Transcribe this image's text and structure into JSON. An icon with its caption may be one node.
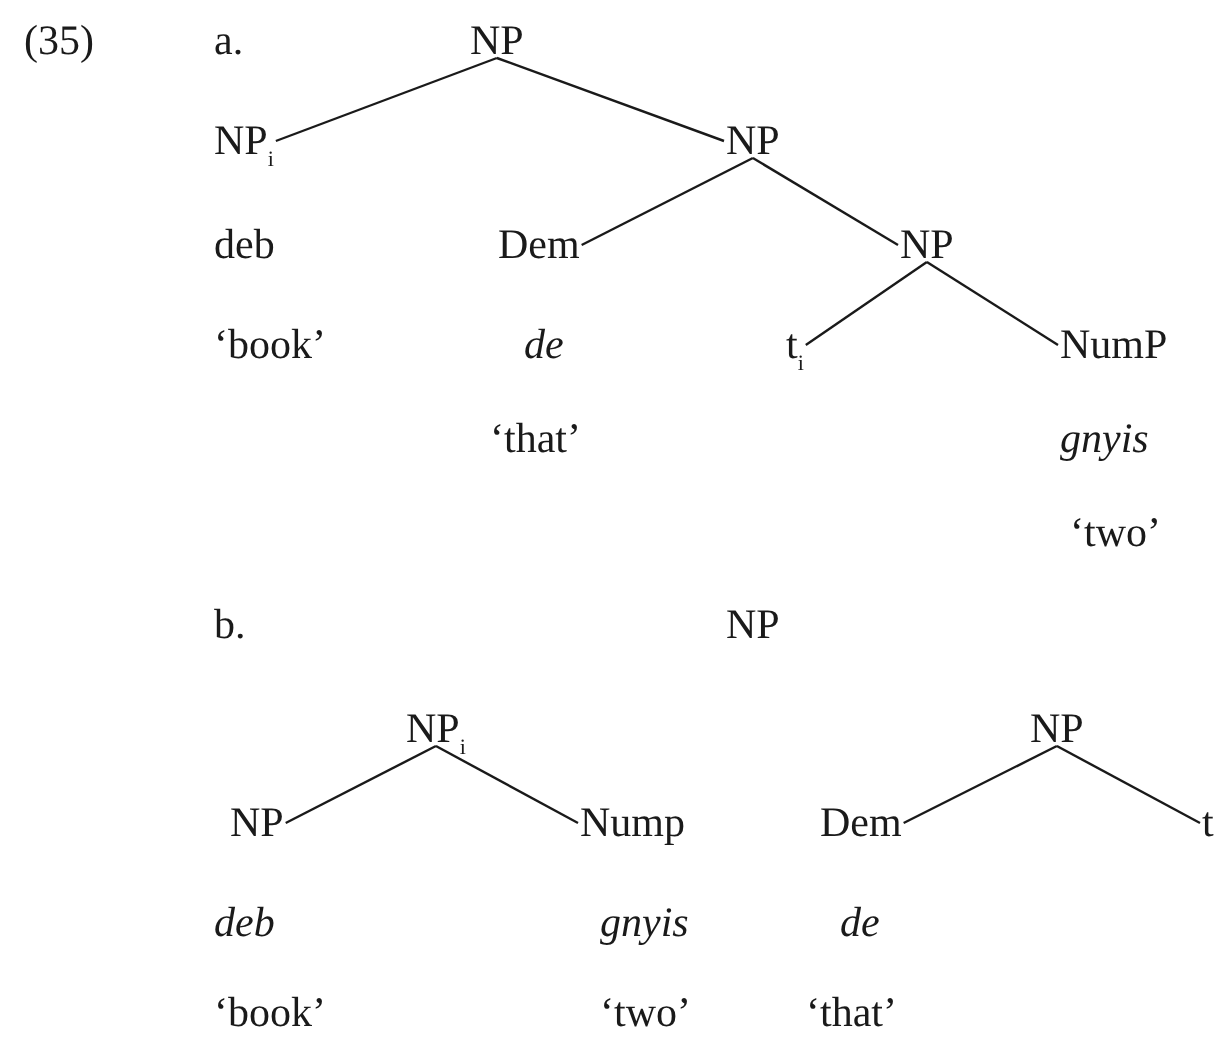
{
  "diagram": {
    "nodes": [
      {
        "text": [
          "NP"
        ]
      },
      {
        "text": [
          "NP$_{i}$"
        ],
        "beside": [
          "deb",
          "‘book’"
        ]
      },
      {
        "text": [
          "NP"
        ]
      },
      {
        "text": [
          "Dem"
        ],
        "beside": [
          "*de*",
          "‘that’"
        ]
      },
      {
        "text": [
          "NP"
        ]
      },
      {
        "text": [
          "t$_{i}$"
        ]
      },
      {
        "text": [
          "NumP"
        ],
        "beside": [
          "*gnyis*",
          "‘two’"
        ]
      },
      {
        "text": [
          "NP"
        ]
      },
      {
        "text": [
          "NP$_{i}$"
        ]
      },
      {
        "text": [
          "NP"
        ],
        "beside": [
          "*deb*",
          "‘book’"
        ]
      },
      {
        "text": [
          "Nump"
        ],
        "beside": [
          "*gnyis*",
          "‘two’"
        ]
      },
      {
        "text": [
          "NP"
        ]
      },
      {
        "text": [
          "Dem"
        ],
        "beside": [
          "*de*",
          "‘that’"
        ]
      },
      {
        "text": [
          "t"
        ]
      }
    ],
    "edges": [
      {
        "from": 0,
        "to": 1,
        "arrow": "none"
      },
      {
        "from": 0,
        "to": 2,
        "arrow": "none"
      },
      {
        "from": 2,
        "to": 3,
        "arrow": "none"
      },
      {
        "from": 2,
        "to": 4,
        "arrow": "none"
      },
      {
        "from": 4,
        "to": 5,
        "arrow": "none"
      },
      {
        "from": 4,
        "to": 6,
        "arrow": "none"
      },
      {
        "from": 8,
        "to": 9,
        "arrow": "none"
      },
      {
        "from": 8,
        "to": 10,
        "arrow": "none"
      },
      {
        "from": 11,
        "to": 12,
        "arrow": "none"
      },
      {
        "from": 11,
        "to": 13,
        "arrow": "none"
      }
    ],
    "labels": [
      "(35)",
      "a.",
      "b."
    ]
  }
}
